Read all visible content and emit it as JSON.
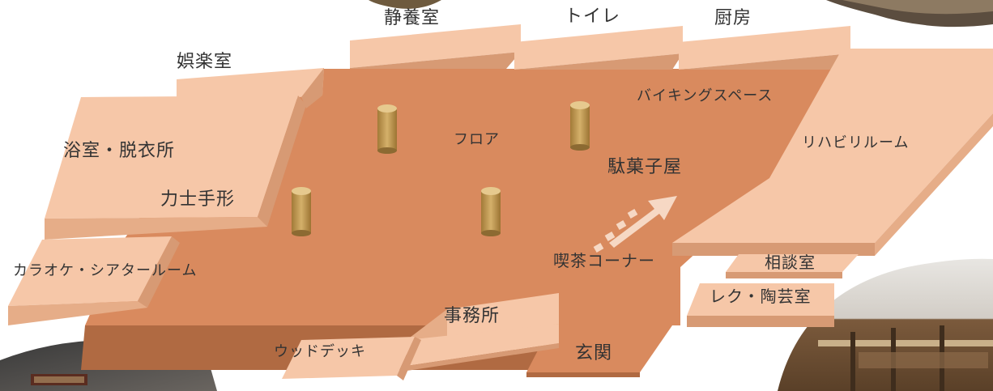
{
  "floor_plan": {
    "rooms": {
      "quiet_room": "静養室",
      "toilet": "トイレ",
      "kitchen": "厨房",
      "recreation_room": "娯楽室",
      "viking_space": "バイキングスペース",
      "floor": "フロア",
      "bath_dressing": "浴室・脱衣所",
      "rehab_room": "リハビリルーム",
      "candy_shop": "駄菓子屋",
      "sumo_handprint": "力士手形",
      "karaoke_theater": "カラオケ・シアタールーム",
      "tea_corner": "喫茶コーナー",
      "consultation_room": "相談室",
      "rec_pottery_room": "レク・陶芸室",
      "office": "事務所",
      "wood_deck": "ウッドデッキ",
      "entrance": "玄関"
    },
    "colors": {
      "floor": "#d98a5e",
      "floor_side": "#b06a42",
      "room_top": "#f6c7a8",
      "room_side": "#d79a74",
      "pillar_top": "#e6c98e",
      "pillar_side": "#b08a45"
    },
    "pillar_count": 4
  }
}
